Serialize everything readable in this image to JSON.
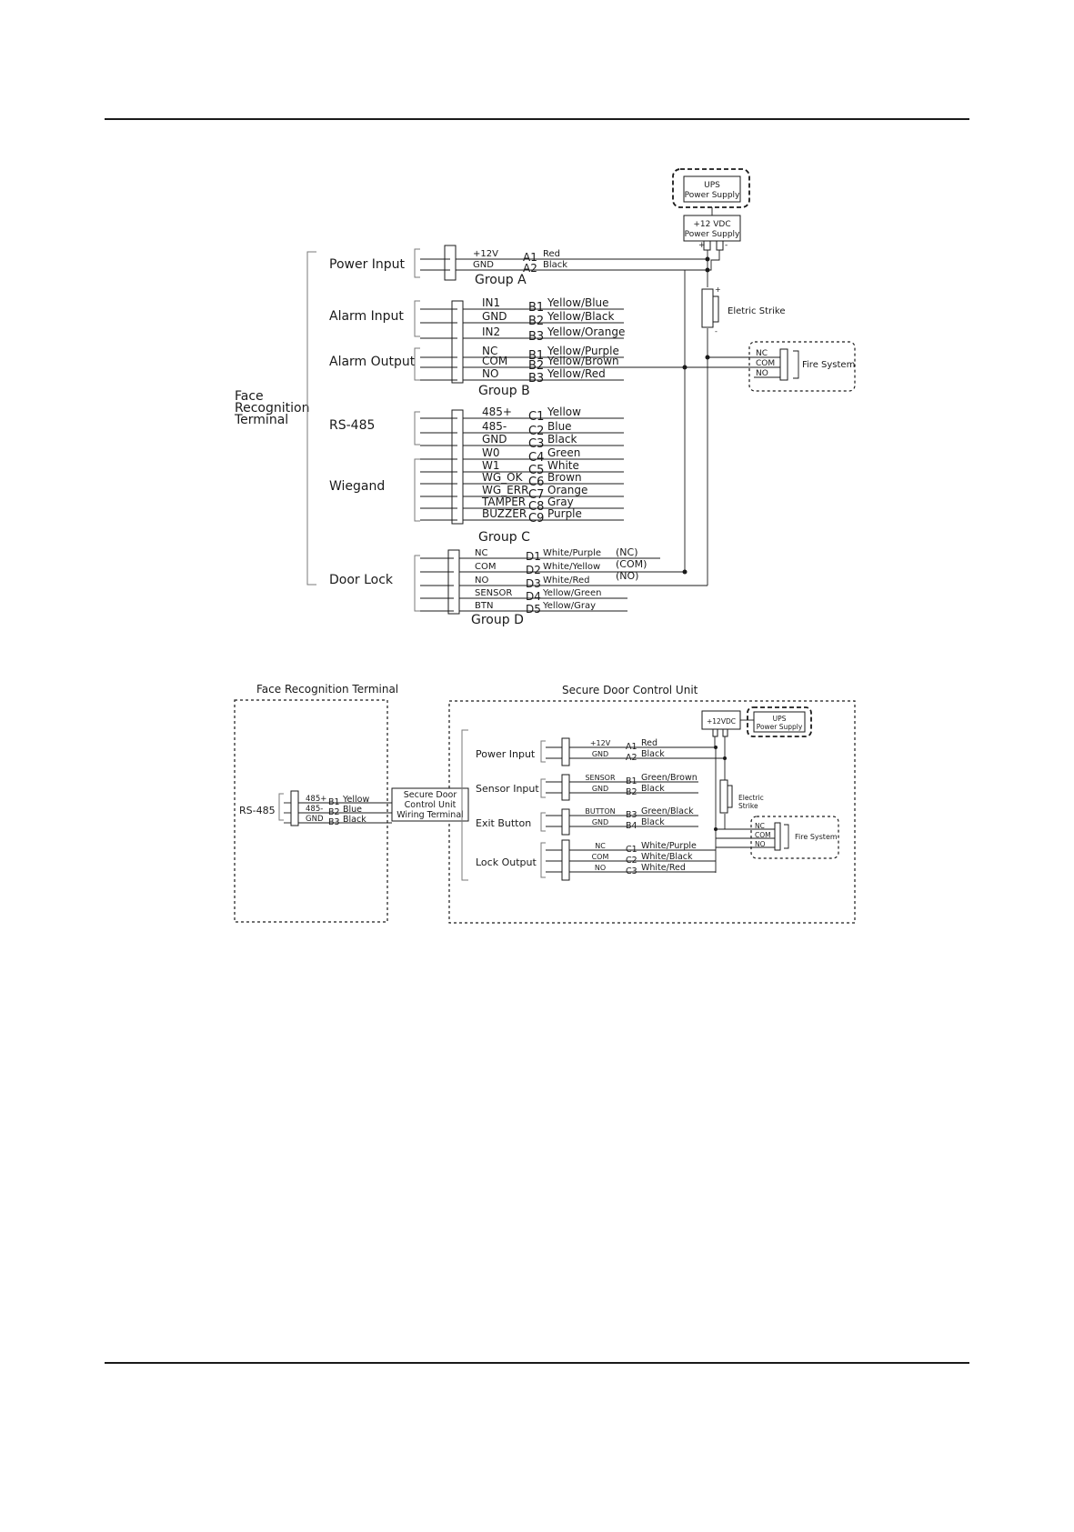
{
  "top": {
    "terminal": [
      "Face",
      "Recognition",
      "Terminal"
    ],
    "sections": {
      "power": "Power Input",
      "alarm_in": "Alarm Input",
      "alarm_out": "Alarm Output",
      "rs485": "RS-485",
      "wiegand": "Wiegand",
      "door_lock": "Door Lock"
    },
    "groups": {
      "a": "Group A",
      "b": "Group B",
      "c": "Group C",
      "d": "Group D"
    },
    "wires": [
      {
        "name": "+12V",
        "pin": "A1",
        "color": "Red"
      },
      {
        "name": "GND",
        "pin": "A2",
        "color": "Black"
      },
      {
        "name": "IN1",
        "pin": "B1",
        "color": "Yellow/Blue"
      },
      {
        "name": "GND",
        "pin": "B2",
        "color": "Yellow/Black"
      },
      {
        "name": "IN2",
        "pin": "B3",
        "color": "Yellow/Orange"
      },
      {
        "name": "NC",
        "pin": "B1",
        "color": "Yellow/Purple"
      },
      {
        "name": "COM",
        "pin": "B2",
        "color": "Yellow/Brown"
      },
      {
        "name": "NO",
        "pin": "B3",
        "color": "Yellow/Red"
      },
      {
        "name": "485+",
        "pin": "C1",
        "color": "Yellow"
      },
      {
        "name": "485-",
        "pin": "C2",
        "color": "Blue"
      },
      {
        "name": "GND",
        "pin": "C3",
        "color": "Black"
      },
      {
        "name": "W0",
        "pin": "C4",
        "color": "Green"
      },
      {
        "name": "W1",
        "pin": "C5",
        "color": "White"
      },
      {
        "name": "WG_OK",
        "pin": "C6",
        "color": "Brown"
      },
      {
        "name": "WG_ERR",
        "pin": "C7",
        "color": "Orange"
      },
      {
        "name": "TAMPER",
        "pin": "C8",
        "color": "Gray"
      },
      {
        "name": "BUZZER",
        "pin": "C9",
        "color": "Purple"
      },
      {
        "name": "NC",
        "pin": "D1",
        "color": "White/Purple"
      },
      {
        "name": "COM",
        "pin": "D2",
        "color": "White/Yellow"
      },
      {
        "name": "NO",
        "pin": "D3",
        "color": "White/Red"
      },
      {
        "name": "SENSOR",
        "pin": "D4",
        "color": "Yellow/Green"
      },
      {
        "name": "BTN",
        "pin": "D5",
        "color": "Yellow/Gray"
      }
    ],
    "lock_tags": [
      "(NC)",
      "(COM)",
      "(NO)"
    ],
    "ups": [
      "UPS",
      "Power Supply"
    ],
    "psu": [
      "+12 VDC",
      "Power Supply"
    ],
    "strike": "Eletric Strike",
    "fire": {
      "label": "Fire System",
      "pins": [
        "NC",
        "COM",
        "NO"
      ]
    },
    "psu_pins": [
      "+",
      "-"
    ],
    "strike_pins": [
      "+",
      "-"
    ]
  },
  "bottom": {
    "left_title": "Face Recognition Terminal",
    "right_title": "Secure Door Control Unit",
    "rs485": "RS-485",
    "rs_wires": [
      {
        "name": "485+",
        "pin": "B1",
        "color": "Yellow"
      },
      {
        "name": "485-",
        "pin": "B2",
        "color": "Blue"
      },
      {
        "name": "GND",
        "pin": "B3",
        "color": "Black"
      }
    ],
    "wiring_terminal": [
      "Secure Door",
      "Control Unit",
      "Wiring Terminal"
    ],
    "sections": {
      "power": "Power Input",
      "sensor": "Sensor Input",
      "exit": "Exit Button",
      "lock": "Lock Output"
    },
    "wires": [
      {
        "name": "+12V",
        "pin": "A1",
        "color": "Red"
      },
      {
        "name": "GND",
        "pin": "A2",
        "color": "Black"
      },
      {
        "name": "SENSOR",
        "pin": "B1",
        "color": "Green/Brown"
      },
      {
        "name": "GND",
        "pin": "B2",
        "color": "Black"
      },
      {
        "name": "BUTTON",
        "pin": "B3",
        "color": "Green/Black"
      },
      {
        "name": "GND",
        "pin": "B4",
        "color": "Black"
      },
      {
        "name": "NC",
        "pin": "C1",
        "color": "White/Purple"
      },
      {
        "name": "COM",
        "pin": "C2",
        "color": "White/Black"
      },
      {
        "name": "NO",
        "pin": "C3",
        "color": "White/Red"
      }
    ],
    "psu": "+12VDC",
    "ups": [
      "UPS",
      "Power Supply"
    ],
    "strike": [
      "Electric",
      "Strike"
    ],
    "fire": {
      "label": "Fire System",
      "pins": [
        "NC",
        "COM",
        "NO"
      ]
    }
  }
}
